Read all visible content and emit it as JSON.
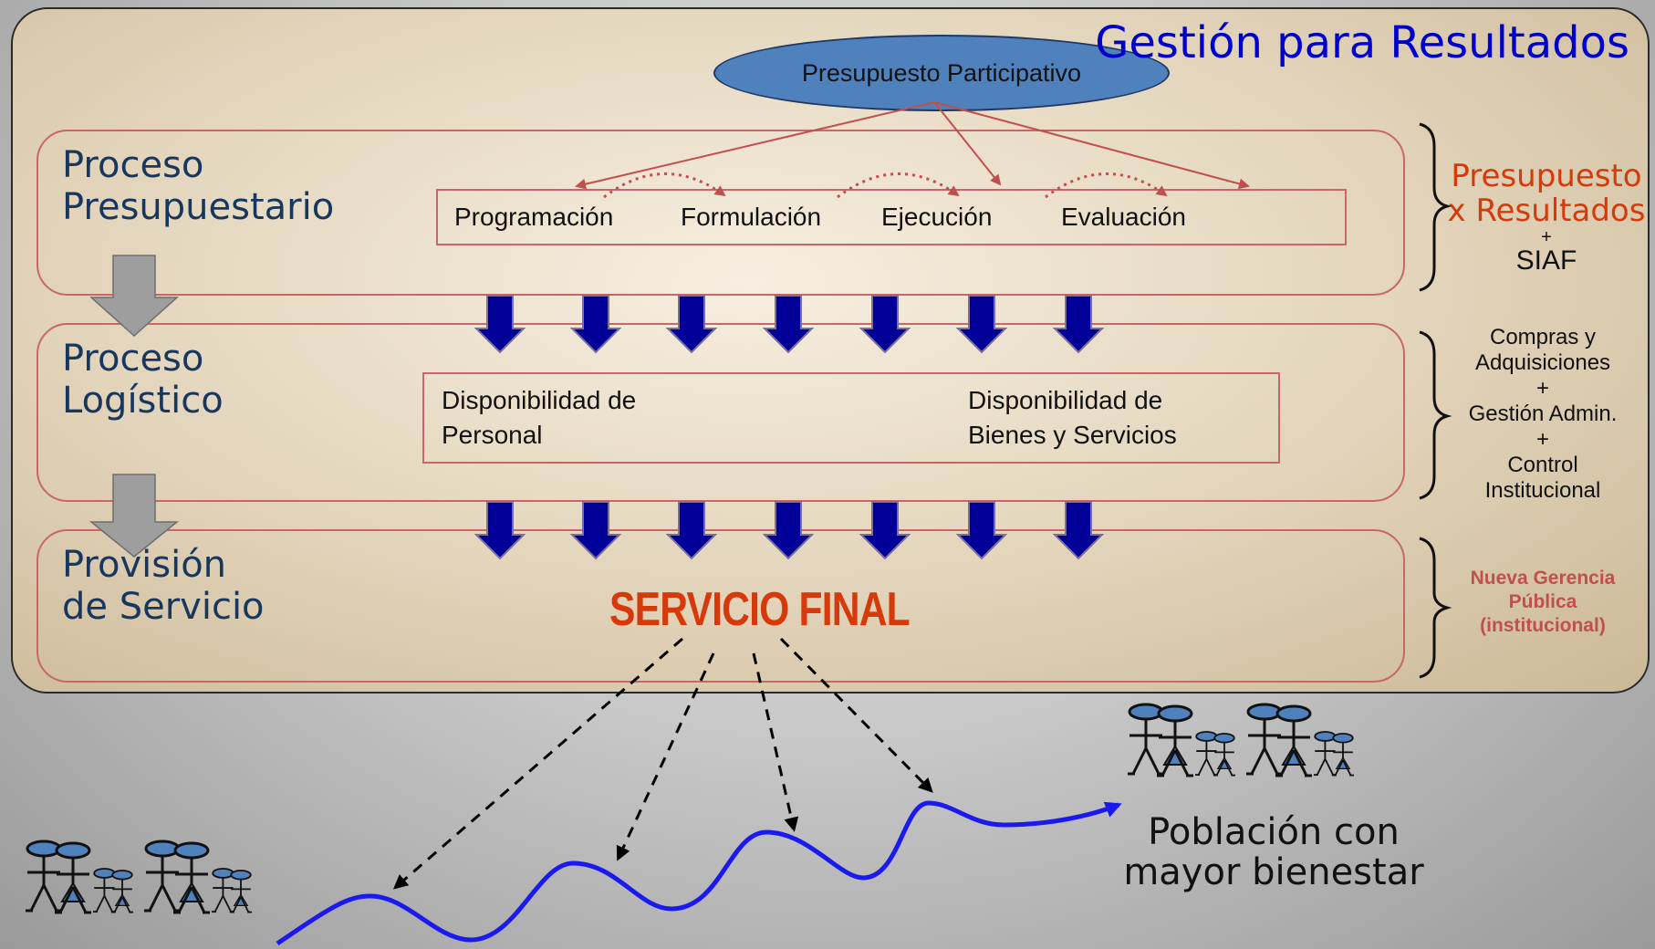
{
  "title": "Gestión para Resultados",
  "top_node": "Presupuesto Participativo",
  "levels": {
    "presupuestario": "Proceso\nPresupuestario",
    "logistico": "Proceso\nLogístico",
    "provision": "Provisión\nde Servicio"
  },
  "steps": [
    "Programación",
    "Formulación",
    "Ejecución",
    "Evaluación"
  ],
  "disponibilidad": {
    "personal": "Disponibilidad de\nPersonal",
    "bienes": "Disponibilidad de\nBienes y Servicios"
  },
  "servicio_final": "SERVICIO FINAL",
  "side": {
    "presupuestario": {
      "line1": "Presupuesto",
      "line2": "x Resultados",
      "plus": "+",
      "siaf": "SIAF"
    },
    "logistico": "Compras y\nAdquisiciones\n+\nGestión Admin.\n+\nControl\nInstitucional",
    "provision": "Nueva Gerencia\nPública\n(institucional)"
  },
  "poblacion": "Población con\nmayor bienestar",
  "colors": {
    "title": "#0000cc",
    "level_label": "#17375e",
    "band_border": "#c8666a",
    "oval": "#4f81bd",
    "down_arrow": "#000099",
    "servicio": "#d73a0a",
    "presupuesto_side": "#d73a0a",
    "gerencia_side": "#c0504d",
    "wave": "#1a1aee"
  }
}
